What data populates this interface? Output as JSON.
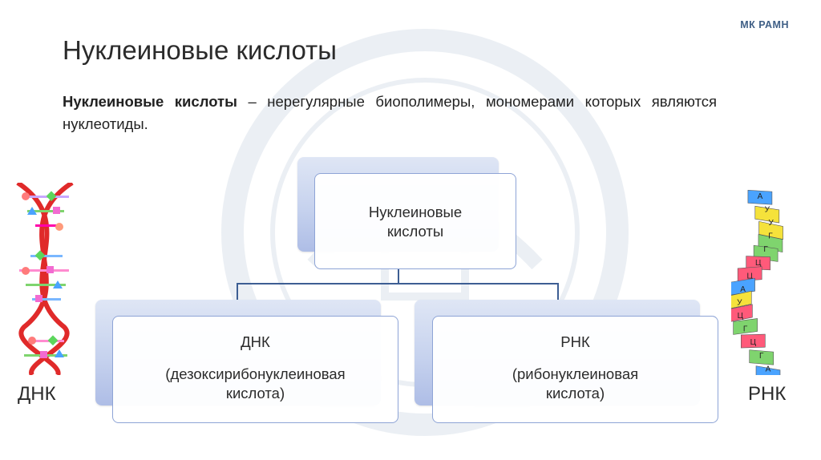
{
  "brand": "МК РАМН",
  "slide_title": "Нуклеиновые кислоты",
  "definition": {
    "term": "Нуклеиновые кислоты",
    "rest": " – нерегулярные  биополимеры, мономерами которых являются нуклеотиды."
  },
  "diagram": {
    "root": {
      "line1": "Нуклеиновые",
      "line2": "кислоты"
    },
    "left": {
      "title": "ДНК",
      "line1": "(дезоксирибонуклеиновая",
      "line2": "кислота)"
    },
    "right": {
      "title": "РНК",
      "line1": "(рибонуклеиновая",
      "line2": "кислота)"
    },
    "connector_color": "#3d5e93"
  },
  "illustrations": {
    "dna_label": "ДНК",
    "rna_label": "РНК",
    "rna_bases": [
      "А",
      "У",
      "У",
      "Г",
      "Г",
      "Ц",
      "Ц",
      "А",
      "У",
      "Ц",
      "Г",
      "Ц",
      "Г",
      "А"
    ]
  },
  "colors": {
    "accent": "#3f5f86",
    "dna_backbone": "#e02a2a",
    "box_border": "#8ea4d6"
  }
}
